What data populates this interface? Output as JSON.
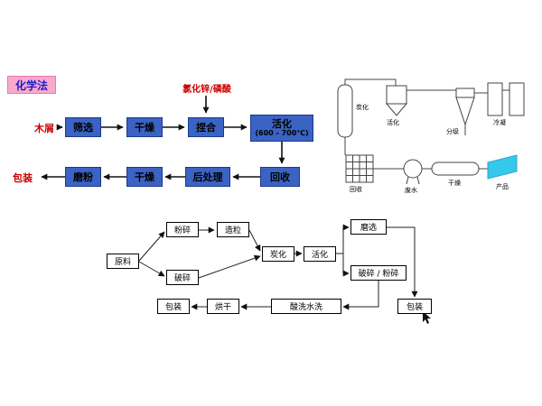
{
  "chemical_flow": {
    "method_label": "化学法",
    "additive_label": "氯化锌/磷酸",
    "feed_label": "木屑",
    "pack_label": "包装",
    "steps": {
      "screen": "筛选",
      "dry1": "干燥",
      "knead": "捏合",
      "activate_line1": "活化",
      "activate_line2": "(600 - 700℃)",
      "recover": "回收",
      "post_treat": "后处理",
      "dry2": "干燥",
      "mill": "磨粉"
    },
    "colors": {
      "box": "#3b63c4",
      "label": "#cc0000",
      "method_bg": "#f9a9cd",
      "method_text": "#1e1ec8"
    }
  },
  "equipment_diagram": {
    "labels": {
      "carbonize": "炭化",
      "activate": "活化",
      "classify": "分级",
      "condense": "冷凝",
      "recover": "回收",
      "wastewater": "废水",
      "dry": "干燥",
      "product": "产品"
    },
    "product_color": "#35c8ea"
  },
  "physical_flow": {
    "boxes": {
      "raw": "原料",
      "pulverize": "粉碎",
      "granulate": "造粒",
      "crush": "破碎",
      "carbonize": "炭化",
      "activate": "活化",
      "mill_select": "磨选",
      "crush_mill": "破碎 / 粉碎",
      "wash": "酸洗水洗",
      "dry": "烘干",
      "pack_left": "包装",
      "pack_right": "包装"
    }
  }
}
